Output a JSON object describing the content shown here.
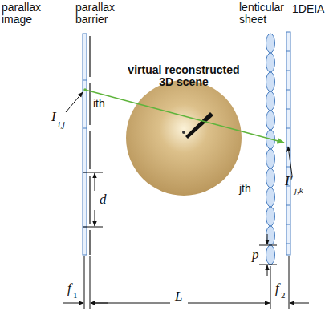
{
  "diagram": {
    "labels": [
      "parallax image",
      "parallax barrier",
      "lenticular sheet",
      "1DEIA",
      "virtual reconstructed 3D scene",
      "I",
      "i,j",
      "ith",
      "jth",
      "I′",
      "j,k",
      "d",
      "p",
      "f",
      "1",
      "L",
      "f",
      "2"
    ]
  }
}
